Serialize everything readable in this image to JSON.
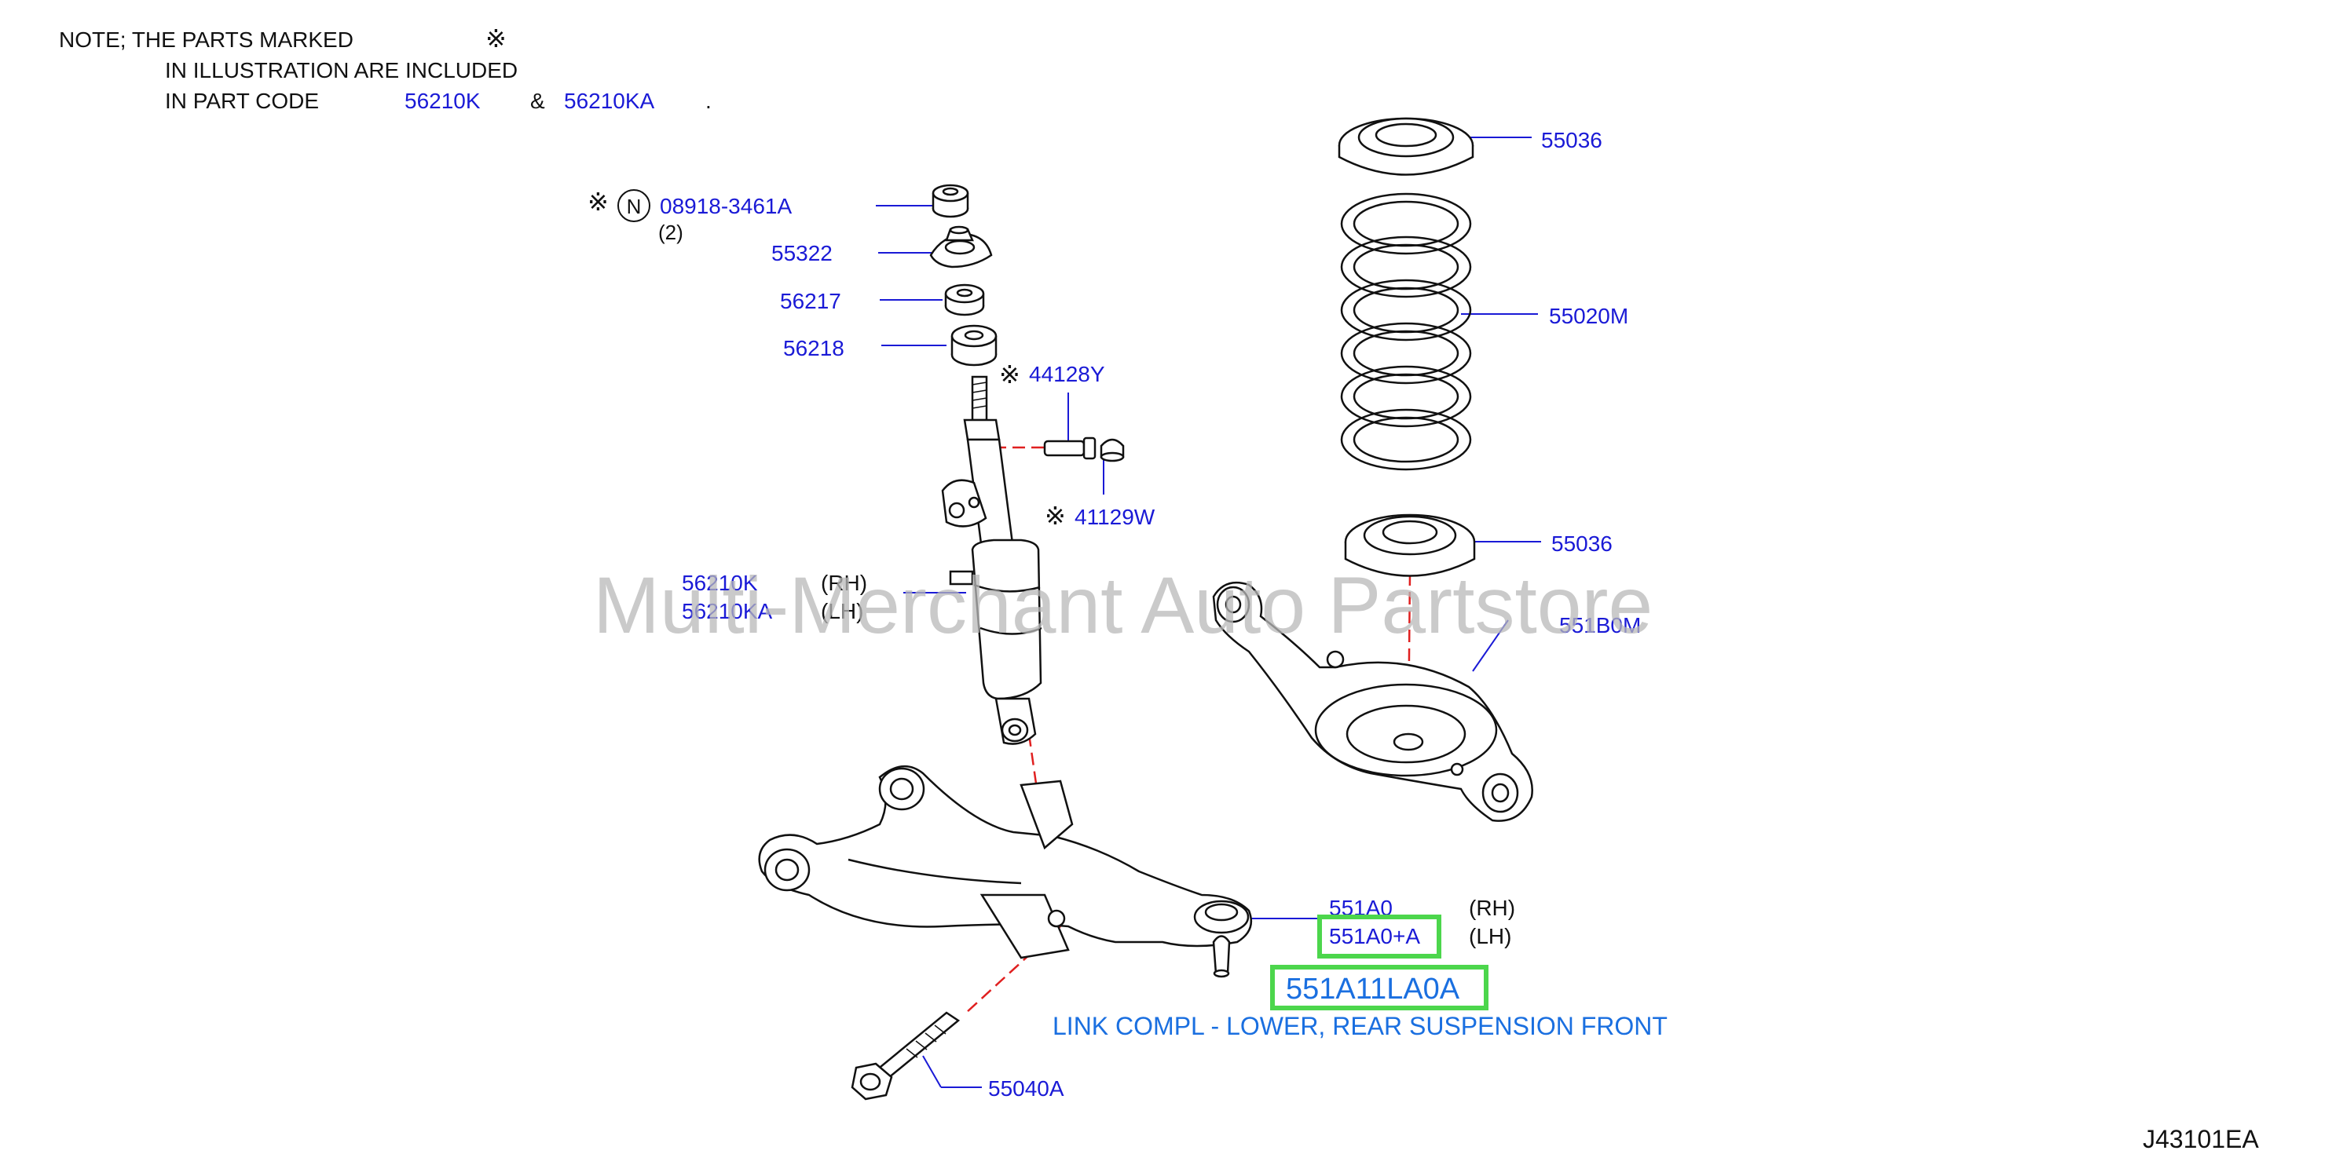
{
  "note": {
    "line1": "NOTE;  THE  PARTS  MARKED",
    "mark": "※",
    "line2": "IN  ILLUSTRATION  ARE  INCLUDED",
    "line3_prefix": "IN  PART  CODE",
    "code_a": "56210K",
    "amp": "&",
    "code_b": "56210KA",
    "period": "."
  },
  "parts": {
    "nut_mark": "※",
    "nut_circle": "N",
    "nut_code": "08918-3461A",
    "nut_qty": "(2)",
    "mount": "55322",
    "bushing_upper": "56217",
    "bushing_lower": "56218",
    "p44128_mark": "※",
    "p44128": "44128Y",
    "p41129_mark": "※",
    "p41129": "41129W",
    "shock_rh": "56210K",
    "shock_rh_side": "(RH)",
    "shock_lh": "56210KA",
    "shock_lh_side": "(LH)",
    "seat_top": "55036",
    "spring": "55020M",
    "seat_bottom": "55036",
    "arm_upper": "551B0M",
    "link_rh": "551A0",
    "link_rh_side": "(RH)",
    "link_lh": "551A0+A",
    "link_lh_side": "(LH)",
    "bolt": "55040A"
  },
  "highlight": {
    "part_number": "551A11LA0A",
    "description": "LINK COMPL - LOWER, REAR SUSPENSION FRONT"
  },
  "watermark": "Multi-Merchant Auto Partstore",
  "diagram_code": "J43101EA",
  "colors": {
    "part_label": "#1a1ad6",
    "highlight_box": "#4cd64c",
    "description": "#1a6fe0",
    "watermark": "#b8b8b8",
    "dash_line": "#e02020"
  }
}
